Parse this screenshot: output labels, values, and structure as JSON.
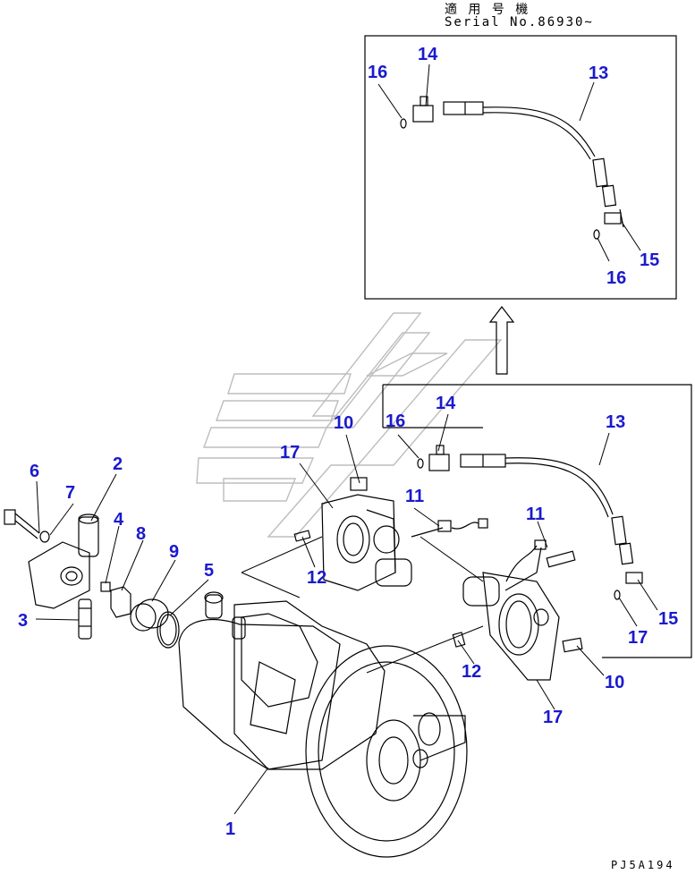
{
  "header": {
    "jp_label": "適 用 号 機",
    "serial_label": "Serial No.86930~"
  },
  "drawing_code": "PJ5A194",
  "callouts": [
    "1",
    "2",
    "3",
    "4",
    "5",
    "6",
    "7",
    "8",
    "9",
    "10",
    "10",
    "11",
    "11",
    "12",
    "12",
    "13",
    "13",
    "14",
    "14",
    "15",
    "15",
    "16",
    "16",
    "16",
    "17",
    "17"
  ],
  "colors": {
    "callout": "#1a1acd",
    "line": "#000000",
    "watermark": "#bbbbbb"
  }
}
